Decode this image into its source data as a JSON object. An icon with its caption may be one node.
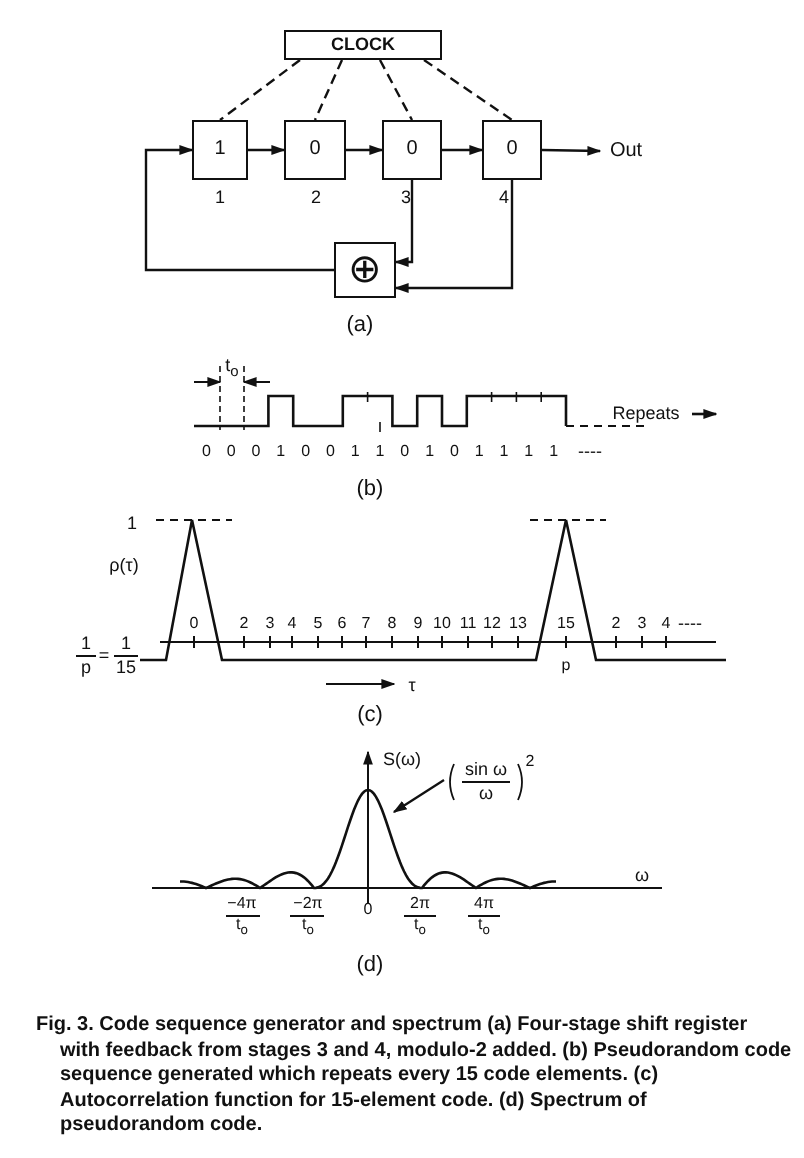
{
  "diagram": {
    "caption": "Fig. 3. Code sequence generator and spectrum (a) Four-stage shift register with feedback from stages 3 and 4, modulo-2 added. (b) Pseudorandom code sequence generated which repeats every 15 code elements. (c) Autocorrelation function for 15-element code. (d) Spectrum of pseudorandom code.",
    "nodes": [
      {
        "text": [
          "CLOCK"
        ]
      },
      {
        "text": [
          "1"
        ]
      },
      {
        "text": [
          "0"
        ]
      },
      {
        "text": [
          "0"
        ]
      },
      {
        "text": [
          "0"
        ]
      },
      {
        "text": [
          "Out"
        ]
      },
      {
        "text": [
          "⊕"
        ]
      },
      {
        "text": [
          "sin ω",
          "ω",
          "2"
        ]
      },
      {
        "text": [],
        "shape": "curve"
      }
    ],
    "edges": [
      {
        "from": 0,
        "to": 1,
        "arrow": "none",
        "style": "dashed"
      },
      {
        "from": 0,
        "to": 2,
        "arrow": "none",
        "style": "dashed"
      },
      {
        "from": 0,
        "to": 3,
        "arrow": "none",
        "style": "dashed"
      },
      {
        "from": 0,
        "to": 4,
        "arrow": "none",
        "style": "dashed"
      },
      {
        "from": 1,
        "to": 2,
        "arrow": "to"
      },
      {
        "from": 2,
        "to": 3,
        "arrow": "to"
      },
      {
        "from": 3,
        "to": 4,
        "arrow": "to"
      },
      {
        "from": 4,
        "to": 5,
        "arrow": "to"
      },
      {
        "from": 3,
        "to": 6,
        "arrow": "to"
      },
      {
        "from": 4,
        "to": 6,
        "arrow": "to"
      },
      {
        "from": 6,
        "to": 1,
        "arrow": "to"
      },
      {
        "from": 7,
        "to": 8,
        "arrow": "to"
      }
    ],
    "labels": [
      "1",
      "2",
      "3",
      "4",
      "(a)",
      "t$_{o}$",
      "Repeats",
      "0",
      "0",
      "0",
      "1",
      "0",
      "0",
      "1",
      "1",
      "0",
      "1",
      "0",
      "1",
      "1",
      "1",
      "1",
      "----",
      "(b)",
      "1",
      "ρ(τ)",
      "0",
      "2",
      "3",
      "4",
      "5",
      "6",
      "7",
      "8",
      "9",
      "10",
      "11",
      "12",
      "13",
      "15",
      "2",
      "3",
      "4",
      "----",
      "1",
      "p",
      "=",
      "1",
      "15",
      "p",
      "τ",
      "(c)",
      "S(ω)",
      "ω",
      "−4π",
      "t$_{o}$",
      "−2π",
      "t$_{o}$",
      "0",
      "2π",
      "t$_{o}$",
      "4π",
      "t$_{o}$",
      "(d)"
    ]
  }
}
